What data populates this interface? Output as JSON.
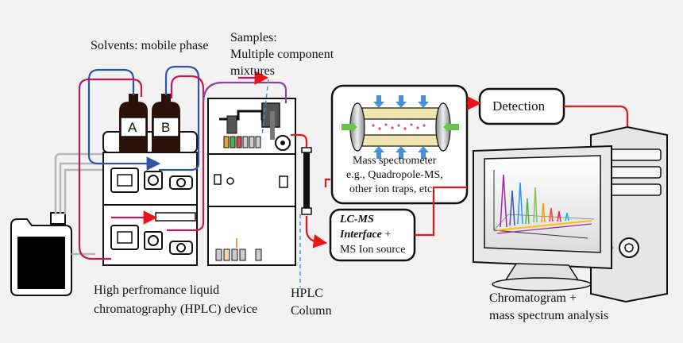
{
  "labels": {
    "solvents": "Solvents: mobile phase",
    "samples_line1": "Samples:",
    "samples_line2": "Multiple component",
    "samples_line3": "mixtures",
    "bottle_a": "A",
    "bottle_b": "B",
    "hplc_line1": "High perfromance liquid",
    "hplc_line2": "chromatography (HPLC) device",
    "column_line1": "HPLC",
    "column_line2": "Column",
    "ms_line1": "Mass spectrometer",
    "ms_line2": "e.g., Quadropole-MS,",
    "ms_line3": "other ion traps, etc.",
    "detection": "Detection",
    "lcms_line1": "LC-MS",
    "lcms_line2": "Interface",
    "lcms_plus": " +",
    "lcms_line3": "MS Ion source",
    "chrom_line1": "Chromatogram +",
    "chrom_line2": "mass spectrum analysis"
  },
  "colors": {
    "red_tube": "#e8151b",
    "magenta_tube": "#c2185b",
    "blue_tube": "#2f55a4",
    "purple_tube": "#8e3fa0",
    "bottle": "#2a1208",
    "ms_tube": "#f2e6b0",
    "arrow_blue": "#4a90d9",
    "arrow_green": "#6abf4b"
  }
}
